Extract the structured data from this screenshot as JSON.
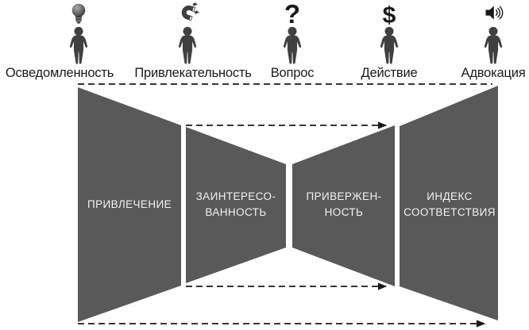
{
  "stages": [
    {
      "id": "awareness",
      "icon": "lightbulb-icon",
      "symbol": "",
      "label": "Осведомленность"
    },
    {
      "id": "attractiveness",
      "icon": "magnet-icon",
      "symbol": "",
      "label": "Привлекательность"
    },
    {
      "id": "question",
      "icon": "question-mark-icon",
      "symbol": "?",
      "label": "Вопрос"
    },
    {
      "id": "action",
      "icon": "dollar-sign-icon",
      "symbol": "$",
      "label": "Действие"
    },
    {
      "id": "advocacy",
      "icon": "speaker-icon",
      "symbol": "",
      "label": "Адвокация"
    }
  ],
  "funnel_segments": [
    {
      "line1": "ПРИВЛЕЧЕНИЕ",
      "line2": ""
    },
    {
      "line1": "ЗАИНТЕРЕСО-",
      "line2": "ВАННОСТЬ"
    },
    {
      "line1": "ПРИВЕРЖЕН-",
      "line2": "НОСТЬ"
    },
    {
      "line1": "ИНДЕКС",
      "line2": "СООТВЕТСТВИЯ"
    }
  ],
  "colors": {
    "segment_fill": "#595959",
    "segment_text": "#f2f2f2",
    "figure": "#404040",
    "line": "#1a1a1a",
    "background": "#ffffff"
  }
}
